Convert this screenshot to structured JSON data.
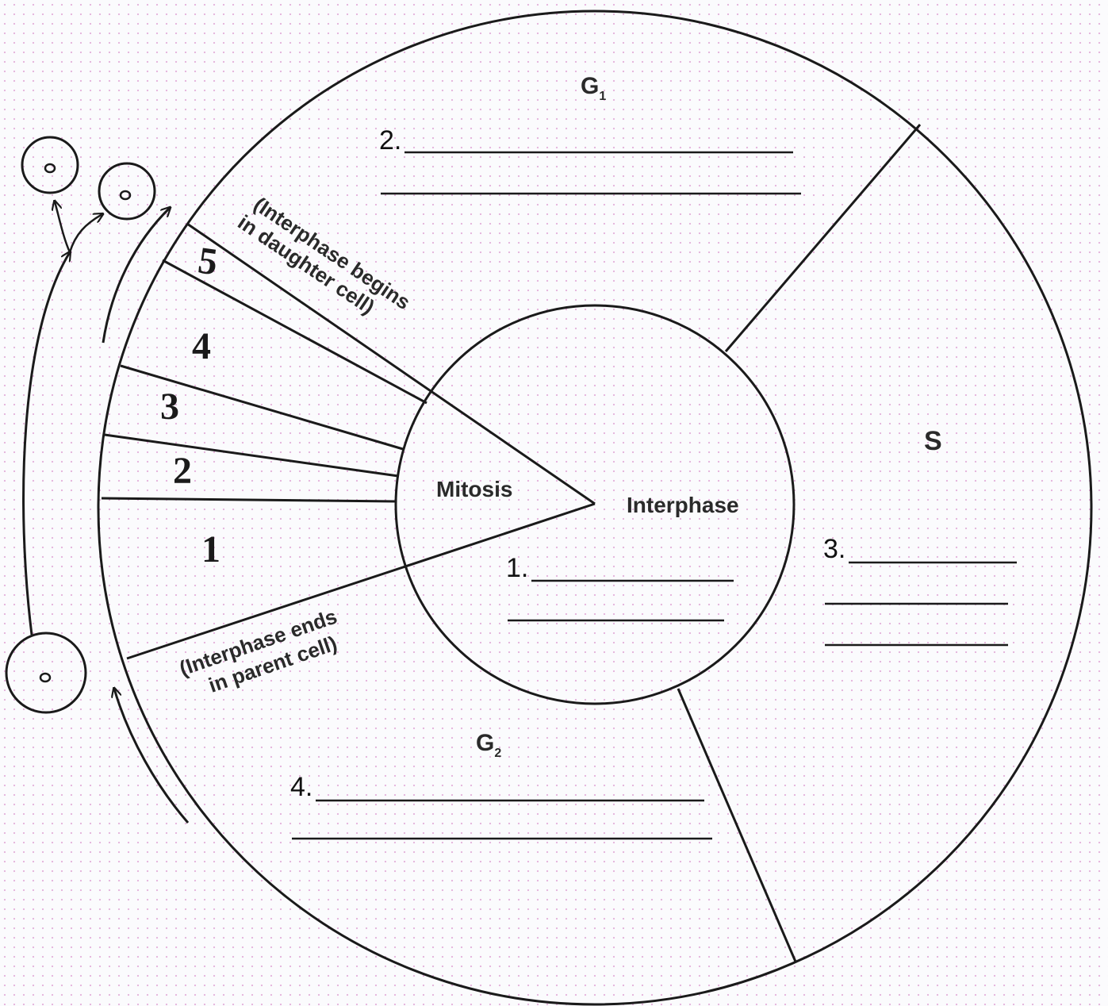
{
  "diagram": {
    "phases": {
      "g1_main": "G",
      "g1_sub": "1",
      "s": "S",
      "g2_main": "G",
      "g2_sub": "2"
    },
    "center": {
      "mitosis": "Mitosis",
      "interphase": "Interphase"
    },
    "mitosis_stages": [
      "1",
      "2",
      "3",
      "4",
      "5"
    ],
    "notes": {
      "begins_line1": "(Interphase begins",
      "begins_line2": "in daughter cell)",
      "ends_line1": "(Interphase ends",
      "ends_line2": "in parent cell)"
    },
    "answer_blanks": {
      "b1": "1.",
      "b2": "2.",
      "b3": "3.",
      "b4": "4."
    }
  }
}
